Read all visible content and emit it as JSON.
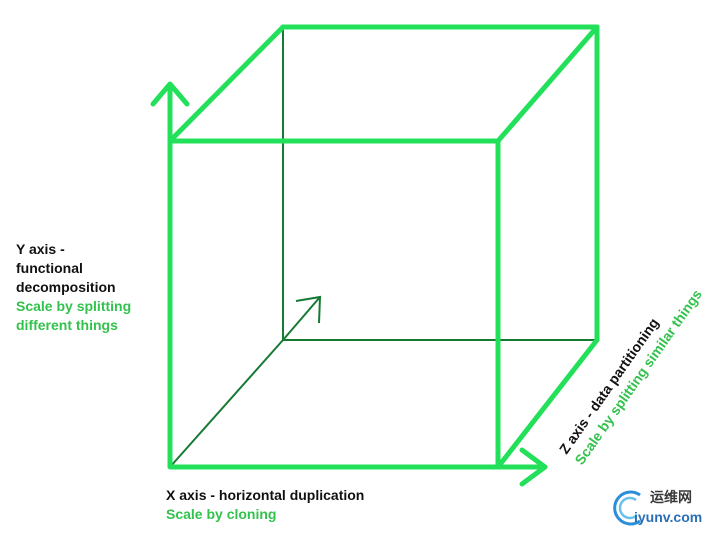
{
  "colors": {
    "cube_green": "#22e05a",
    "inner_line": "#157a33",
    "label_dark": "#111111",
    "label_green": "#33c24d"
  },
  "y_axis": {
    "title_lines": [
      "Y axis -",
      "functional",
      "decomposition"
    ],
    "subtitle_lines": [
      "Scale by splitting",
      "different things"
    ]
  },
  "x_axis": {
    "title": "X axis - horizontal duplication",
    "subtitle": "Scale by cloning"
  },
  "z_axis": {
    "title": "Z axis - data partitioning",
    "subtitle": "Scale by splitting similar things"
  },
  "watermark": {
    "cn_text": "运维网",
    "domain": "iyunv.com"
  }
}
